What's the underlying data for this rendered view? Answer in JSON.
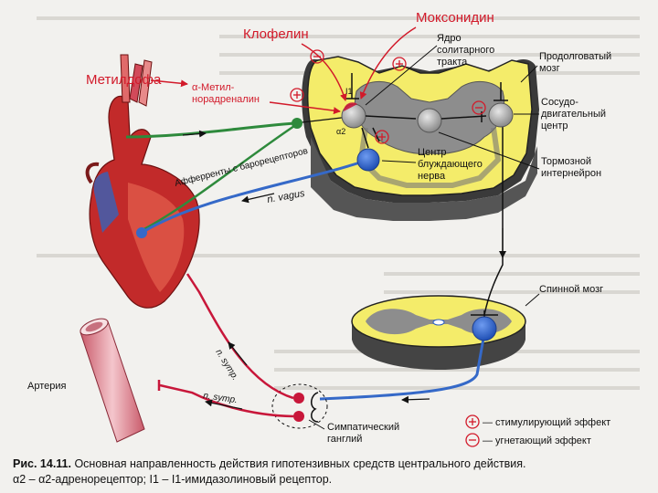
{
  "labels": {
    "moxonidine": "Моксонидин",
    "clonidine": "Клофелин",
    "methyldopa": "Метилдофа",
    "alpha_methyl_1": "α-Метил-",
    "alpha_methyl_2": "норадреналин",
    "nts_1": "Ядро",
    "nts_2": "солитарного",
    "nts_3": "тракта",
    "medulla_1": "Продолговатый",
    "medulla_2": "мозг",
    "vasomotor_1": "Сосудо-",
    "vasomotor_2": "двигательный",
    "vasomotor_3": "центр",
    "vagus_center_1": "Центр",
    "vagus_center_2": "блуждающего",
    "vagus_center_3": "нерва",
    "inhib_1": "Тормозной",
    "inhib_2": "интернейрон",
    "afferents": "Афферренты с барорецепторов",
    "n_vagus": "n. vagus",
    "spinal": "Спинной мозг",
    "n_symp_1": "n. symp.",
    "n_symp_2": "n. symp.",
    "artery": "Артерия",
    "ganglion_1": "Симпатический",
    "ganglion_2": "ганглий",
    "alpha2": "α2",
    "i1": "I1"
  },
  "legend": {
    "stim": "— стимулирующий эффект",
    "inhib": "— угнетающий эффект"
  },
  "caption": {
    "prefix": "Рис. 14.11.",
    "line1": " Основная направленность действия гипотензивных средств центрального действия.",
    "line2": "α2 – α2-адренорецептор; I1 – I1-имидазолиновый рецептор."
  },
  "colors": {
    "brain_yellow": "#f4ec6a",
    "brain_gray": "#8d8d8d",
    "nerve_blue": "#3569c8",
    "nerve_green": "#2e8a3c",
    "ganglion_red": "#c8173a",
    "heart_red": "#c22a2a"
  }
}
